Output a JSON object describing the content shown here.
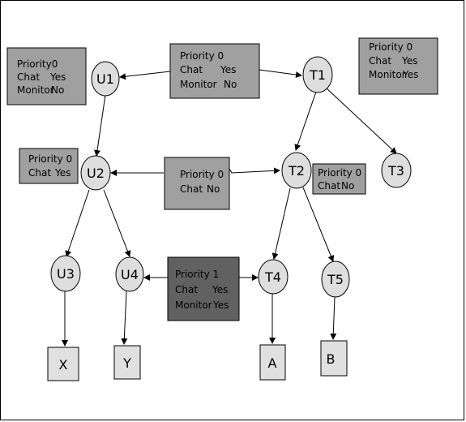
{
  "nodes": {
    "u1": "U1",
    "t1": "T1",
    "u2": "U2",
    "t2": "T2",
    "t3": "T3",
    "u3": "U3",
    "u4": "U4",
    "t4": "T4",
    "t5": "T5"
  },
  "leaves": {
    "x": "X",
    "y": "Y",
    "a": "A",
    "b": "B"
  },
  "boxes": {
    "u1_attr": {
      "priority": "Priority0",
      "chat": "Chat",
      "chat_value": "Yes",
      "monitor": "Monitor",
      "monitor_value": "No"
    },
    "u1t1_link": {
      "priority": "Priority 0",
      "chat": "Chat",
      "chat_value": "Yes",
      "monitor": "Monitor",
      "monitor_value": "No"
    },
    "t1_attr": {
      "priority": "Priority 0",
      "chat": "Chat",
      "chat_value": "Yes",
      "monitor": "Monitor",
      "monitor_value": "Yes"
    },
    "u2_attr": {
      "priority": "Priority 0",
      "chat": "Chat",
      "chat_value": "Yes"
    },
    "u2t2_link": {
      "priority": "Priority 0",
      "chat": "Chat",
      "chat_value": "No"
    },
    "t2_attr": {
      "priority": "Priority 0",
      "chat": "Chat",
      "chat_value": "No"
    },
    "u4t4_link": {
      "priority": "Priority 1",
      "chat": "Chat",
      "chat_value": "Yes",
      "monitor": "Monitor",
      "monitor_value": "Yes"
    }
  },
  "colors": {
    "node_fill": "#dedede",
    "box_fill": "#a0a0a0",
    "box_fill_dark": "#616161",
    "leaf_fill": "#e0e0e0"
  }
}
